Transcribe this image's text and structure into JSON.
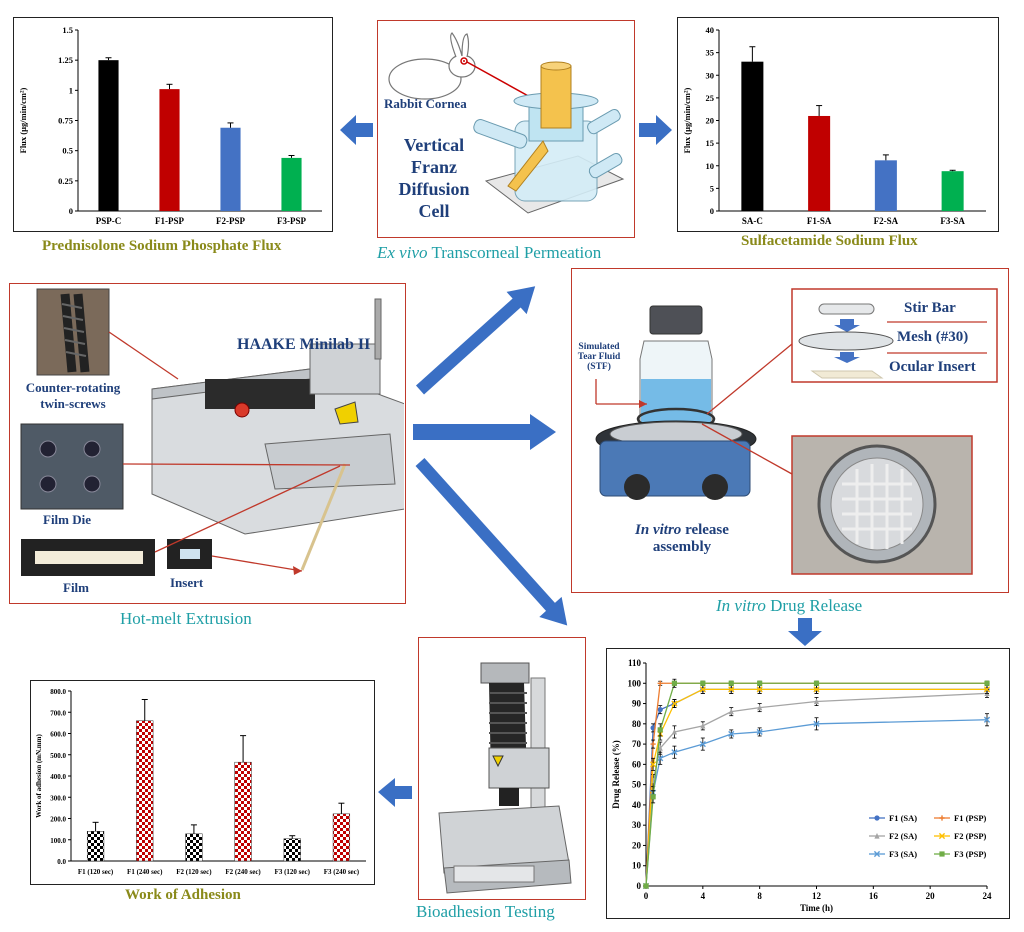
{
  "captions": {
    "psp_flux": "Prednisolone Sodium Phosphate Flux",
    "transcorneal": "Transcorneal Permeation",
    "transcorneal_italic": "Ex vivo",
    "sa_flux": "Sulfacetamide Sodium Flux",
    "hme": "Hot-melt Extrusion",
    "drug_release": "Drug Release",
    "drug_release_italic": "In vitro",
    "bioadhesion": "Bioadhesion Testing",
    "work_adhesion": "Work of Adhesion"
  },
  "franz": {
    "rabbit": "Rabbit Cornea",
    "title_lines": [
      "Vertical",
      "Franz",
      "Diffusion",
      "Cell"
    ]
  },
  "hme_panel": {
    "title": "HAAKE Minilab II",
    "screws": "Counter-rotating twin-screws",
    "film_die": "Film Die",
    "film": "Film",
    "insert": "Insert"
  },
  "release_panel": {
    "stf": "Simulated Tear Fluid (STF)",
    "stir_bar": "Stir Bar",
    "mesh": "Mesh (#30)",
    "ocular_insert": "Ocular Insert",
    "assembly_italic": "In vitro",
    "assembly_rest": " release",
    "assembly_line2": "assembly"
  },
  "colors": {
    "black_bar": "#000000",
    "red_bar": "#c00000",
    "blue_bar": "#4472c4",
    "green_bar": "#00b050",
    "panel_border": "#c0392b",
    "arrow": "#3a6fc4",
    "olive_text": "#8a8a1a",
    "teal_text": "#1f9fa6"
  },
  "chart_data": [
    {
      "id": "psp",
      "type": "bar",
      "categories": [
        "PSP-C",
        "F1-PSP",
        "F2-PSP",
        "F3-PSP"
      ],
      "values": [
        1.25,
        1.01,
        0.69,
        0.44
      ],
      "errors": [
        0.02,
        0.04,
        0.04,
        0.02
      ],
      "colors": [
        "#000000",
        "#c00000",
        "#4472c4",
        "#00b050"
      ],
      "ylabel": "Flux (µg/min/cm²)",
      "ylim": [
        0,
        1.5
      ],
      "yticks": [
        "0",
        "0.25",
        "0.5",
        "0.75",
        "1",
        "1.25",
        "1.5"
      ]
    },
    {
      "id": "sa",
      "type": "bar",
      "categories": [
        "SA-C",
        "F1-SA",
        "F2-SA",
        "F3-SA"
      ],
      "values": [
        33,
        21,
        11.2,
        8.8
      ],
      "errors": [
        3.3,
        2.3,
        1.2,
        0.2
      ],
      "colors": [
        "#000000",
        "#c00000",
        "#4472c4",
        "#00b050"
      ],
      "ylabel": "Flux (µg/min/cm²)",
      "ylim": [
        0,
        40
      ],
      "yticks": [
        "0",
        "5",
        "10",
        "15",
        "20",
        "25",
        "30",
        "35",
        "40"
      ]
    },
    {
      "id": "wa",
      "type": "bar",
      "categories": [
        "F1 (120 sec)",
        "F1 (240 sec)",
        "F2 (120 sec)",
        "F2 (240 sec)",
        "F3 (120 sec)",
        "F3 (240 sec)"
      ],
      "values": [
        140,
        660,
        128,
        465,
        105,
        222
      ],
      "errors": [
        42,
        100,
        42,
        125,
        14,
        50
      ],
      "patterns": [
        "black",
        "red",
        "black",
        "red",
        "black",
        "red"
      ],
      "ylabel": "Work of adhesion (mN.mm)",
      "ylim": [
        0,
        800
      ],
      "yticks": [
        "0.0",
        "100.0",
        "200.0",
        "300.0",
        "400.0",
        "500.0",
        "600.0",
        "700.0",
        "800.0"
      ]
    },
    {
      "id": "release",
      "type": "line",
      "xlabel": "Time (h)",
      "ylabel": "Drug Release (%)",
      "xlim": [
        0,
        24
      ],
      "ylim": [
        0,
        110
      ],
      "xticks": [
        "0",
        "4",
        "8",
        "12",
        "16",
        "20",
        "24"
      ],
      "yticks": [
        "0",
        "10",
        "20",
        "30",
        "40",
        "50",
        "60",
        "70",
        "80",
        "90",
        "100",
        "110"
      ],
      "legend_position": "bottom-right",
      "series": [
        {
          "name": "F1 (SA)",
          "color": "#4472c4",
          "marker": "circle",
          "x": [
            0,
            0.5,
            1,
            2,
            4,
            6,
            8,
            12,
            24
          ],
          "y": [
            0,
            78,
            87,
            90,
            97,
            97,
            97,
            97,
            97
          ],
          "err": [
            0,
            2,
            2,
            2,
            2,
            2,
            2,
            2,
            2
          ]
        },
        {
          "name": "F1 (PSP)",
          "color": "#ed7d31",
          "marker": "plus",
          "x": [
            0,
            0.5,
            1,
            2,
            4,
            6,
            8,
            12,
            24
          ],
          "y": [
            0,
            70,
            100,
            100,
            100,
            100,
            100,
            100,
            100
          ],
          "err": [
            0,
            2,
            1,
            1,
            1,
            1,
            1,
            1,
            1
          ]
        },
        {
          "name": "F2 (SA)",
          "color": "#a5a5a5",
          "marker": "triangle",
          "x": [
            0,
            0.5,
            1,
            2,
            4,
            6,
            8,
            12,
            24
          ],
          "y": [
            0,
            52,
            68,
            76,
            79,
            86,
            88,
            91,
            95
          ],
          "err": [
            0,
            3,
            3,
            3,
            2,
            2,
            2,
            2,
            2
          ]
        },
        {
          "name": "F2 (PSP)",
          "color": "#ffc000",
          "marker": "cross",
          "x": [
            0,
            0.5,
            1,
            2,
            4,
            6,
            8,
            12,
            24
          ],
          "y": [
            0,
            60,
            75,
            90,
            97,
            97,
            97,
            97,
            97
          ],
          "err": [
            0,
            3,
            3,
            2,
            2,
            2,
            2,
            2,
            2
          ]
        },
        {
          "name": "F3 (SA)",
          "color": "#5b9bd5",
          "marker": "x",
          "x": [
            0,
            0.5,
            1,
            2,
            4,
            6,
            8,
            12,
            24
          ],
          "y": [
            0,
            46,
            63,
            66,
            70,
            75,
            76,
            80,
            82
          ],
          "err": [
            0,
            3,
            3,
            3,
            3,
            2,
            2,
            3,
            3
          ]
        },
        {
          "name": "F3 (PSP)",
          "color": "#70ad47",
          "marker": "square",
          "x": [
            0,
            0.5,
            1,
            2,
            4,
            6,
            8,
            12,
            24
          ],
          "y": [
            0,
            44,
            77,
            100,
            100,
            100,
            100,
            100,
            100
          ],
          "err": [
            0,
            3,
            3,
            2,
            1,
            1,
            1,
            1,
            1
          ]
        }
      ]
    }
  ]
}
